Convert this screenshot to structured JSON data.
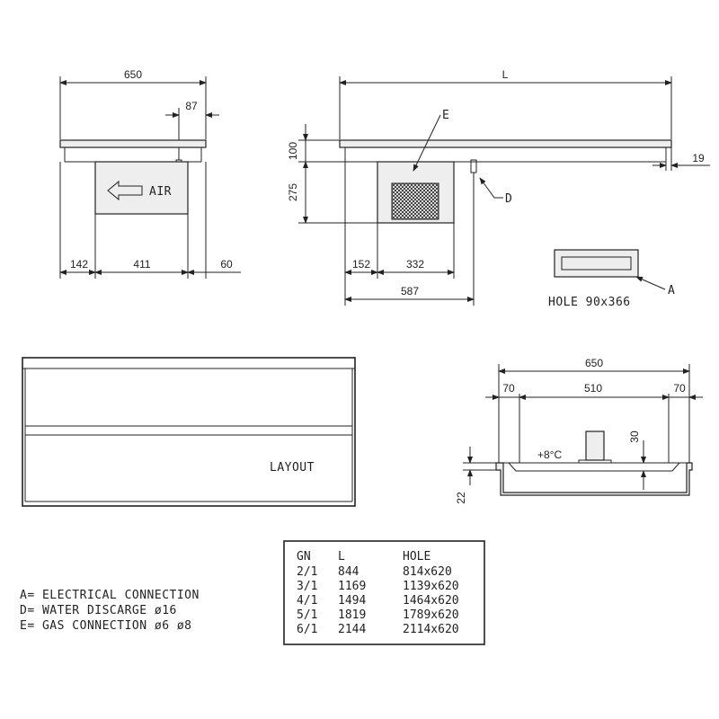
{
  "front_view": {
    "width_label": "650",
    "offset_label": "87",
    "air_label": "AIR",
    "bottom_dims": [
      "142",
      "411",
      "60"
    ]
  },
  "side_view": {
    "length_label": "L",
    "e_label": "E",
    "d_label": "D",
    "height_top": "100",
    "height_body": "275",
    "edge_label": "19",
    "bottom_dims": [
      "152",
      "332"
    ],
    "total_label": "587"
  },
  "hole": {
    "label": "HOLE 90x366",
    "a_label": "A"
  },
  "top_view": {
    "layout_label": "LAYOUT"
  },
  "section_view": {
    "width_label": "650",
    "dims": [
      "70",
      "510",
      "70"
    ],
    "temp_label": "+8°C",
    "depth_label": "30",
    "rim_label": "22"
  },
  "legend": [
    "A= ELECTRICAL CONNECTION",
    "D= WATER DISCARGE ø16",
    "E= GAS CONNECTION ø6 ø8"
  ],
  "table": {
    "headers": [
      "GN",
      "L",
      "HOLE"
    ],
    "rows": [
      [
        "2/1",
        "844",
        "814x620"
      ],
      [
        "3/1",
        "1169",
        "1139x620"
      ],
      [
        "4/1",
        "1494",
        "1464x620"
      ],
      [
        "5/1",
        "1819",
        "1789x620"
      ],
      [
        "6/1",
        "2144",
        "2114x620"
      ]
    ]
  }
}
